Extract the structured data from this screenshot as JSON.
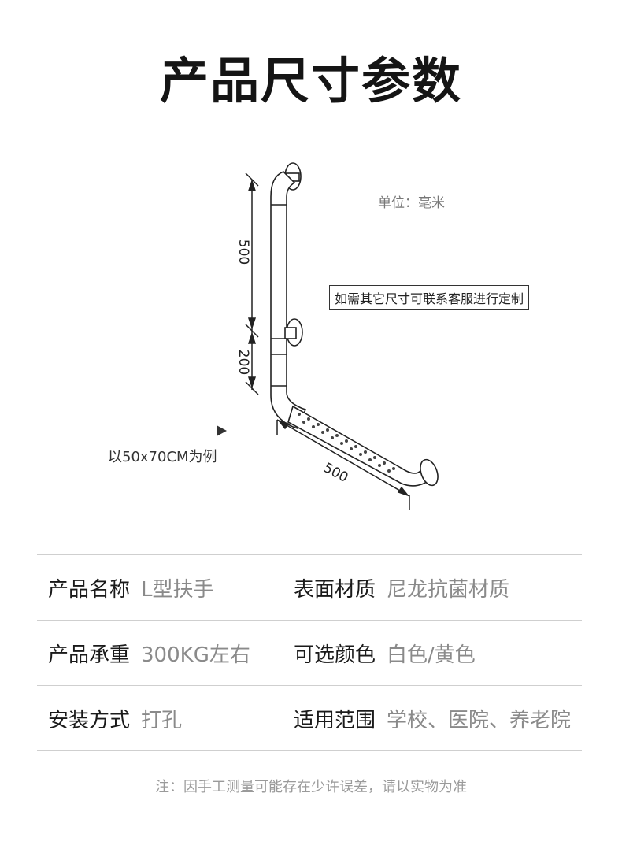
{
  "title": "产品尺寸参数",
  "diagram": {
    "unit_label": "单位：毫米",
    "custom_note": "如需其它尺寸可联系客服进行定制",
    "example_label": "以50x70CM为例",
    "dimensions": {
      "vertical_upper": "500",
      "vertical_lower": "200",
      "horizontal": "500"
    }
  },
  "specs": [
    {
      "left_label": "产品名称",
      "left_value": "L型扶手",
      "right_label": "表面材质",
      "right_value": "尼龙抗菌材质"
    },
    {
      "left_label": "产品承重",
      "left_value": "300KG左右",
      "right_label": "可选颜色",
      "right_value": "白色/黄色"
    },
    {
      "left_label": "安装方式",
      "left_value": "打孔",
      "right_label": "适用范围",
      "right_value": "学校、医院、养老院"
    }
  ],
  "footnote": "注：因手工测量可能存在少许误差，请以实物为准"
}
